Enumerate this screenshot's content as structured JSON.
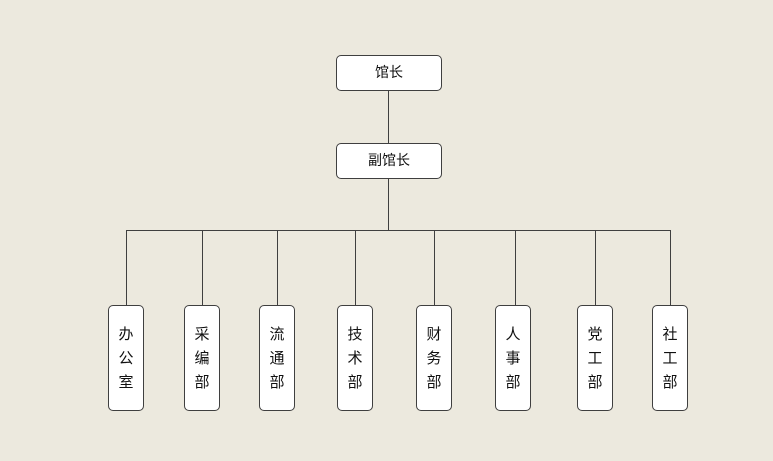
{
  "org_chart": {
    "top": {
      "label": "馆长"
    },
    "deputy": {
      "label": "副馆长"
    },
    "departments": [
      {
        "chars": [
          "办",
          "公",
          "室"
        ]
      },
      {
        "chars": [
          "采",
          "编",
          "部"
        ]
      },
      {
        "chars": [
          "流",
          "通",
          "部"
        ]
      },
      {
        "chars": [
          "技",
          "术",
          "部"
        ]
      },
      {
        "chars": [
          "财",
          "务",
          "部"
        ]
      },
      {
        "chars": [
          "人",
          "事",
          "部"
        ]
      },
      {
        "chars": [
          "党",
          "工",
          "部"
        ]
      },
      {
        "chars": [
          "社",
          "工",
          "部"
        ]
      }
    ]
  },
  "colors": {
    "background": "#ece9de",
    "node_fill": "#ffffff",
    "line": "#3f3f3f"
  }
}
